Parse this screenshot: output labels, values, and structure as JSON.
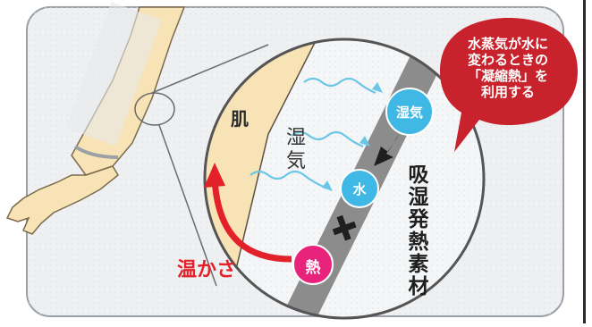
{
  "labels": {
    "skin": "肌",
    "humidity": "湿気",
    "warmth": "温かさ",
    "material": "吸湿発熱素材"
  },
  "bubbles": {
    "vapor": "湿気",
    "water": "水",
    "heat": "熱"
  },
  "callout": {
    "lines": [
      "水蒸気が水に",
      "変わるときの",
      "「凝縮熱」を",
      "利用する"
    ]
  },
  "colors": {
    "skin": "#f7e3b6",
    "band": "#8c8c8c",
    "bubble_blue": "#3fb8e6",
    "bubble_pink": "#e8237b",
    "warmth_red": "#e3212a",
    "callout_red": "#c8232c",
    "frame_bg": "#eef0f2"
  }
}
